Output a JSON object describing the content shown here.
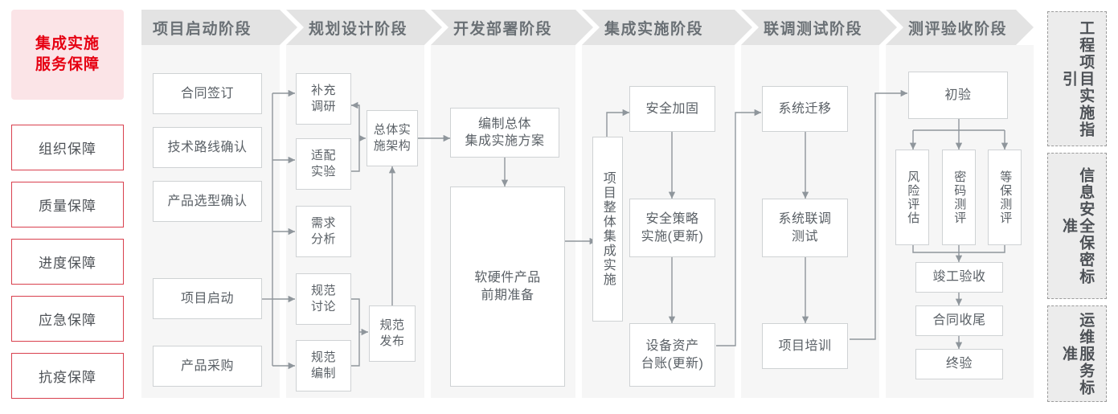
{
  "left_sidebar": {
    "title": "集成实施\n服务保障",
    "title_line1": "集成实施",
    "title_line2": "服务保障",
    "items": [
      {
        "label": "组织保障"
      },
      {
        "label": "质量保障"
      },
      {
        "label": "进度保障"
      },
      {
        "label": "应急保障"
      },
      {
        "label": "抗疫保障"
      }
    ]
  },
  "phases": [
    {
      "id": "startup",
      "header": "项目启动阶段",
      "nodes": [
        {
          "label": "合同签订"
        },
        {
          "label": "技术路线确认"
        },
        {
          "label": "产品选型确认"
        },
        {
          "label": "项目启动"
        },
        {
          "label": "产品采购"
        }
      ]
    },
    {
      "id": "planning",
      "header": "规划设计阶段",
      "nodes": [
        {
          "label": "补充\n调研",
          "l1": "补充",
          "l2": "调研"
        },
        {
          "label": "适配\n实验",
          "l1": "适配",
          "l2": "实验"
        },
        {
          "label": "需求\n分析",
          "l1": "需求",
          "l2": "分析"
        },
        {
          "label": "规范\n讨论",
          "l1": "规范",
          "l2": "讨论"
        },
        {
          "label": "规范\n编制",
          "l1": "规范",
          "l2": "编制"
        },
        {
          "label": "总体实\n施架构",
          "l1": "总体实",
          "l2": "施架构"
        },
        {
          "label": "规范\n发布",
          "l1": "规范",
          "l2": "发布"
        }
      ]
    },
    {
      "id": "deploy",
      "header": "开发部署阶段",
      "nodes": [
        {
          "label": "编制总体\n集成实施方案",
          "l1": "编制总体",
          "l2": "集成实施方案"
        },
        {
          "label": "软硬件产品\n前期准备",
          "l1": "软硬件产品",
          "l2": "前期准备"
        }
      ]
    },
    {
      "id": "integration",
      "header": "集成实施阶段",
      "nodes": [
        {
          "label": "项目整体集成实施"
        },
        {
          "label": "安全加固"
        },
        {
          "label": "安全策略\n实施(更新)",
          "l1": "安全策略",
          "l2": "实施(更新)"
        },
        {
          "label": "设备资产\n台账(更新)",
          "l1": "设备资产",
          "l2": "台账(更新)"
        }
      ]
    },
    {
      "id": "joint-test",
      "header": "联调测试阶段",
      "nodes": [
        {
          "label": "系统迁移"
        },
        {
          "label": "系统联调\n测试",
          "l1": "系统联调",
          "l2": "测试"
        },
        {
          "label": "项目培训"
        }
      ]
    },
    {
      "id": "acceptance",
      "header": "测评验收阶段",
      "nodes": [
        {
          "label": "初验"
        },
        {
          "label": "风险评估"
        },
        {
          "label": "密码测评"
        },
        {
          "label": "等保测评"
        },
        {
          "label": "竣工验收"
        },
        {
          "label": "合同收尾"
        },
        {
          "label": "终验"
        }
      ]
    }
  ],
  "right_sidebar": {
    "items": [
      {
        "label": "工程项目实施指引"
      },
      {
        "label": "信息安全保密标准"
      },
      {
        "label": "运维服务标准"
      }
    ]
  },
  "colors": {
    "accent_red": "#e60012",
    "accent_pink_bg": "#fbe4e7",
    "item_border_red": "#d9404e",
    "header_gray": "#e3e3e3",
    "body_gray": "#f6f6f6",
    "node_border": "#cfd2d4",
    "text_gray": "#5a6066",
    "wire_gray": "#8f969c"
  }
}
